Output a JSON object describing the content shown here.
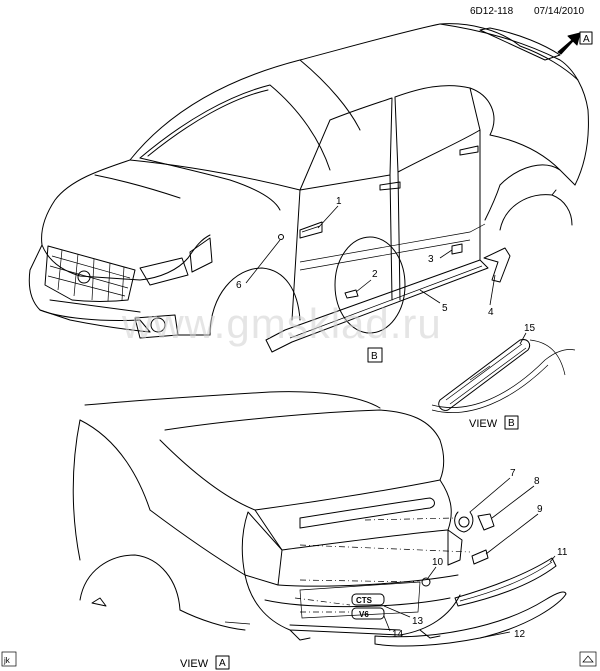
{
  "header": {
    "code": "6D12-118",
    "date": "07/14/2010"
  },
  "watermark": "www.gmsklad.ru",
  "view_marker_a": "A",
  "view_marker_b": "B",
  "view_label": "VIEW",
  "corner_tag": "jk",
  "callouts": [
    "1",
    "2",
    "3",
    "4",
    "5",
    "6",
    "7",
    "8",
    "9",
    "10",
    "11",
    "12",
    "13",
    "14",
    "15"
  ],
  "badge_text": {
    "cts": "CTS",
    "v6": "V6"
  },
  "colors": {
    "line": "#000000",
    "watermark": "#d0d0d0",
    "background": "#ffffff"
  }
}
